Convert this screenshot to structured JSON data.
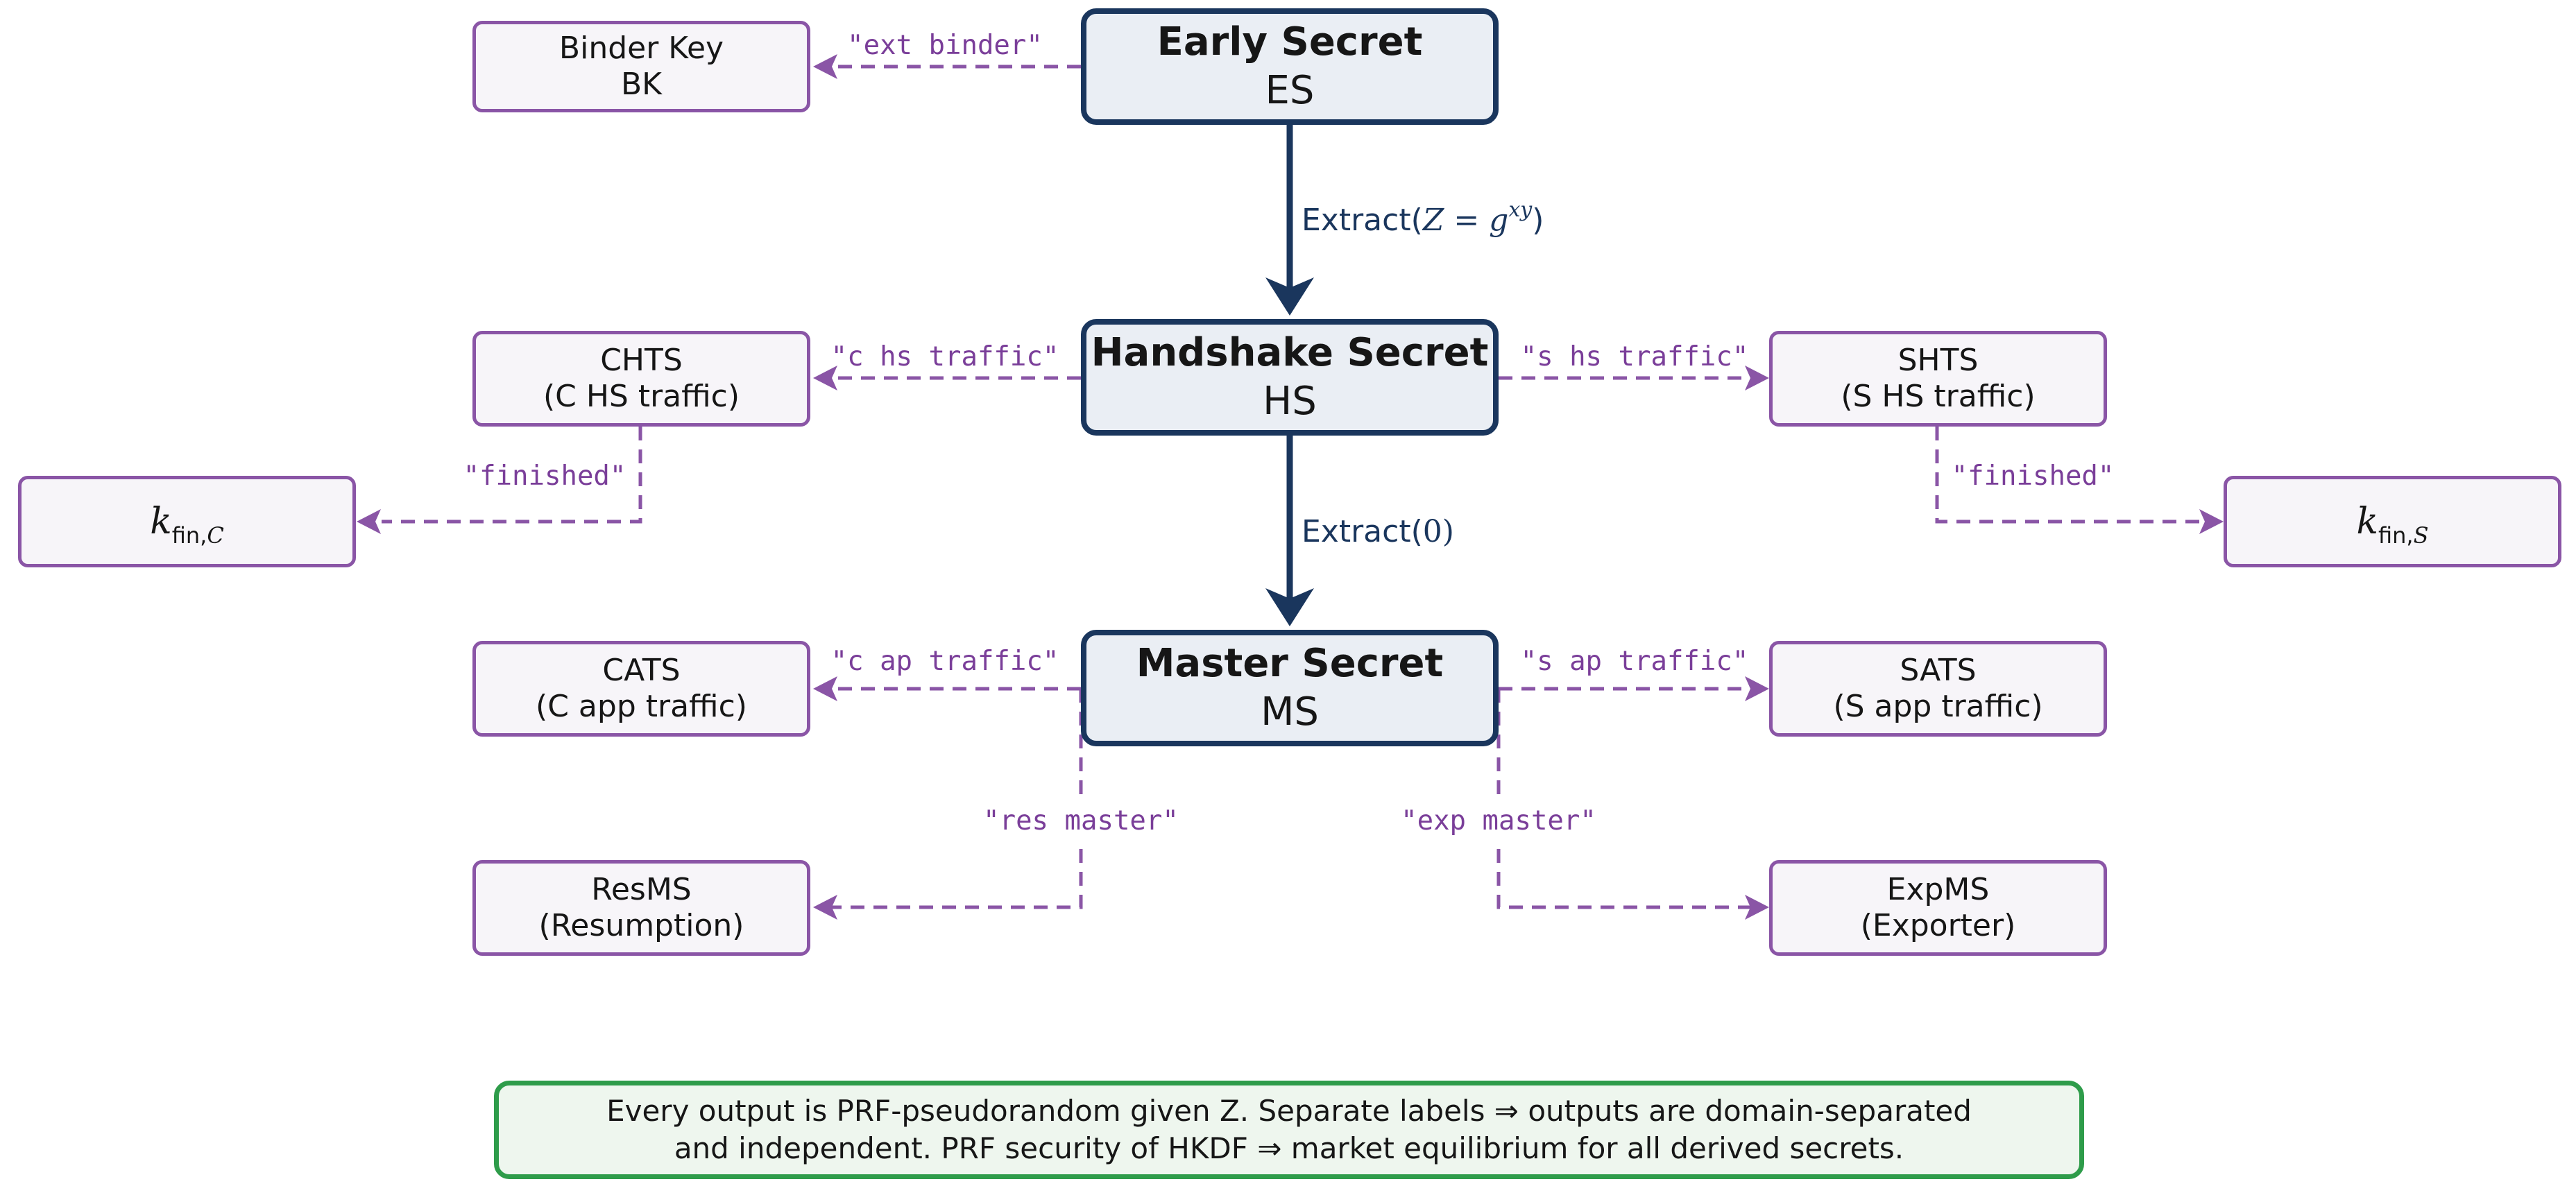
{
  "nodes": {
    "es": {
      "title": "Early Secret",
      "abbr": "ES"
    },
    "hs": {
      "title": "Handshake Secret",
      "abbr": "HS"
    },
    "ms": {
      "title": "Master Secret",
      "abbr": "MS"
    },
    "bk": {
      "line1": "Binder Key",
      "line2": "BK"
    },
    "chts": {
      "line1": "CHTS",
      "line2": "(C HS traffic)"
    },
    "shts": {
      "line1": "SHTS",
      "line2": "(S HS traffic)"
    },
    "kfin_c": {
      "base": "k",
      "sub": "fin,",
      "sub_var": "C"
    },
    "kfin_s": {
      "base": "k",
      "sub": "fin,",
      "sub_var": "S"
    },
    "cats": {
      "line1": "CATS",
      "line2": "(C app traffic)"
    },
    "sats": {
      "line1": "SATS",
      "line2": "(S app traffic)"
    },
    "resms": {
      "line1": "ResMS",
      "line2": "(Resumption)"
    },
    "expms": {
      "line1": "ExpMS",
      "line2": "(Exporter)"
    }
  },
  "edge_labels": {
    "ext_binder": "\"ext binder\"",
    "extract_z_fn": "Extract(",
    "extract_z_eq": "Z = g",
    "extract_z_sup": "xy",
    "extract_z_close": ")",
    "c_hs_traffic": "\"c hs traffic\"",
    "s_hs_traffic": "\"s hs traffic\"",
    "finished_c": "\"finished\"",
    "finished_s": "\"finished\"",
    "extract_0_fn": "Extract(",
    "extract_0_arg": "0)",
    "c_ap_traffic": "\"c ap traffic\"",
    "s_ap_traffic": "\"s ap traffic\"",
    "res_master": "\"res master\"",
    "exp_master": "\"exp master\""
  },
  "note": {
    "line1": "Every output is PRF-pseudorandom given Z. Separate labels ⇒ outputs are domain-separated",
    "line2": "and independent. PRF security of HKDF ⇒ market equilibrium for all derived secrets."
  },
  "colors": {
    "main_border": "#1a365d",
    "main_fill": "#eaeef4",
    "derive_edge": "#8a55a6",
    "leaf_fill": "#f7f5f9",
    "note_border": "#2e9c4a",
    "note_fill": "#eef6ee",
    "label_purple": "#7a3e99",
    "extract_text": "#1a365d"
  }
}
